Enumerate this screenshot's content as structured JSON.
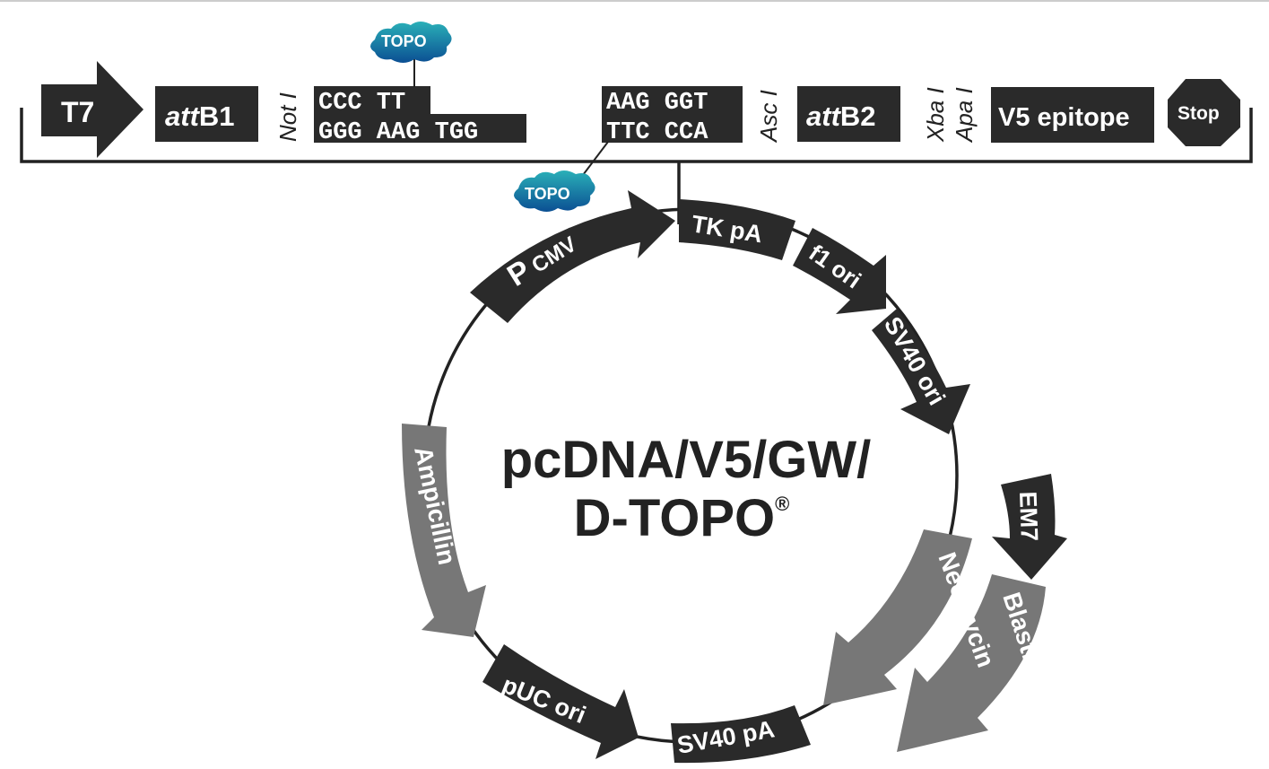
{
  "colors": {
    "feature_dark": "#2a2a2a",
    "feature_gray": "#777777",
    "line": "#222222",
    "topo_top": "#2aa7b3",
    "topo_bottom": "#0e5a99"
  },
  "top_map": {
    "t7": "T7",
    "attb1_italic": "att",
    "attb1_rest": "B1",
    "not_i": "Not I",
    "seq_left_top": "CCC TT",
    "seq_left_bottom": "GGG AAG TGG",
    "seq_right_top": "AAG GGT",
    "seq_right_bottom": "TTC CCA",
    "asc_i": "Asc I",
    "attb2_italic": "att",
    "attb2_rest": "B2",
    "xba_i": "Xba I",
    "apa_i": "Apa I",
    "v5": "V5 epitope",
    "stop": "Stop",
    "topo": "TOPO"
  },
  "plasmid": {
    "name_line1": "pcDNA/V5/GW/",
    "name_line2": "D-TOPO",
    "registered": "®",
    "features": {
      "pcmv_p": "P",
      "pcmv_sub": "CMV",
      "tkpa": "TK pA",
      "f1ori": "f1 ori",
      "sv40ori": "SV40 ori",
      "em7": "EM7",
      "blasticidin": "Blasticidin",
      "neomycin": "Neomycin",
      "sv40pa": "SV40 pA",
      "puc": "pUC ori",
      "ampicillin": "Ampicillin"
    }
  }
}
